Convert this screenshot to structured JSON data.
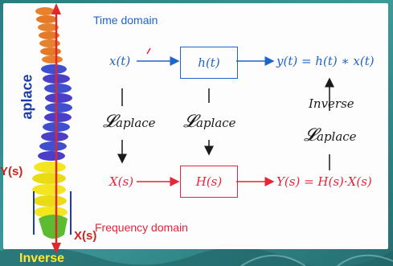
{
  "diagram": {
    "labels": {
      "time_domain": "Time domain",
      "frequency_domain": "Frequency domain",
      "x_t": "x(t)",
      "h_t": "h(t)",
      "y_t": "y(t) = h(t) ∗ x(t)",
      "x_s": "X(s)",
      "h_s": "H(s)",
      "y_s": "Y(s) = H(s)·X(s)",
      "laplace_left": "aplace",
      "laplace_mid": "aplace",
      "inverse": "Inverse",
      "laplace_right": "aplace",
      "laplace_glyph": "𝓛"
    },
    "overlay": {
      "side_aplace": "aplace",
      "side_ys": "Y(s)",
      "side_xs": "X(s)",
      "bottom_inverse": "Inverse"
    }
  },
  "colors": {
    "time_domain": "#1f64c8",
    "frequency_domain": "#e4253a",
    "annotation_red": "#c8261f",
    "annotation_blue": "#1c3ea8",
    "annotation_yellow": "#ffe92a"
  }
}
